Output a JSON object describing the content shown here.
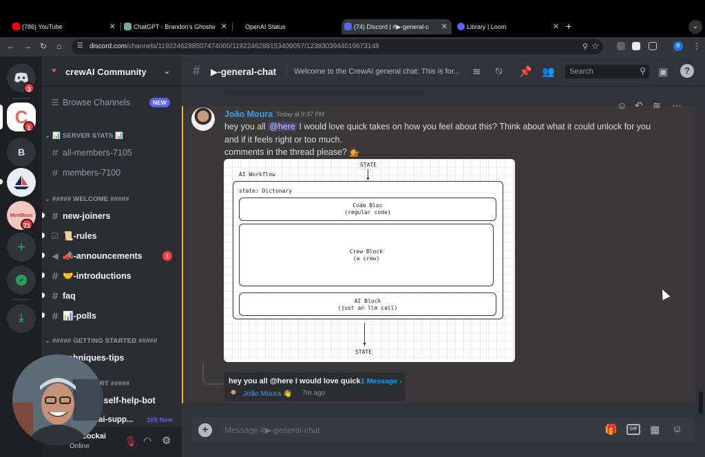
{
  "browser": {
    "tabs": [
      {
        "title": "(786) YouTube",
        "color": "#ff0000"
      },
      {
        "title": "ChatGPT - Brandon's Ghostw",
        "color": "#74aa9c"
      },
      {
        "title": "OpenAI Status",
        "color": "#000000"
      },
      {
        "title": "(74) Discord | #▶-general-c",
        "color": "#5865f2",
        "active": true
      },
      {
        "title": "Library | Loom",
        "color": "#625df5"
      }
    ],
    "url_host": "discord.com",
    "url_path": "/channels/1192246288507474000/1192246289153409057/1238303944019673148",
    "profile_initial": "B"
  },
  "rail": {
    "servers": [
      {
        "name": "discord-home-icon",
        "badge": "3"
      },
      {
        "name": "crewai-server",
        "badge": "1"
      },
      {
        "name": "b-server",
        "label": "B"
      },
      {
        "name": "sailboat-server"
      },
      {
        "name": "meetbaseline-server",
        "badge": "71"
      }
    ]
  },
  "sidebar": {
    "server_name": "crewAI Community",
    "browse_label": "Browse Channels",
    "new_label": "NEW",
    "categories": [
      {
        "label": "📊 SERVER STATS 📊"
      },
      {
        "label": "##### WELCOME #####"
      },
      {
        "label": "##### GETTING STARTED #####"
      },
      {
        "label": "RT #####"
      }
    ],
    "channels": [
      {
        "label": "all-members-7105"
      },
      {
        "label": "members-7100"
      },
      {
        "label": "new-joiners"
      },
      {
        "label": "📜-rules"
      },
      {
        "label": "📣-announcements",
        "mentions": "1"
      },
      {
        "label": "🤝-introductions"
      },
      {
        "label": "faq"
      },
      {
        "label": "📊-polls"
      },
      {
        "label": "chniques-tips"
      },
      {
        "label": "i-self-help-bot"
      },
      {
        "label": "ai-supp...",
        "new_count": "109 New"
      }
    ],
    "user": {
      "name": "ncockai",
      "status": "Online"
    }
  },
  "channel": {
    "name": "▶-general-chat",
    "topic": "Welcome to the CrewAI general chat: This is for...",
    "search_placeholder": "Search"
  },
  "message": {
    "author": "João Moura",
    "timestamp": "Today at 9:37 PM",
    "line1_pre": "hey you all ",
    "mention": "@here",
    "line1_post": " I would love quick takes on how you feel about this? Think about what it could unlock for you",
    "line2": "and if it feels right or too much.",
    "line3": "comments in the thread please? 💁"
  },
  "diagram": {
    "state_top": "STATE",
    "workflow_label": "AI Workflow",
    "state_dict": "state: Dictonary",
    "code_bloc": "Code Bloc",
    "code_sub": "(regular code)",
    "crew_block": "Crew Block",
    "crew_sub": "(a crew)",
    "ai_block": "AI Block",
    "ai_sub": "(just an llm call)",
    "state_bottom": "STATE"
  },
  "thread": {
    "title": "hey you all @here I would love quick",
    "count": "1 Message ›",
    "author": "João Moura 👋",
    "ago": "7m ago"
  },
  "composer": {
    "placeholder": "Message #▶-general-chat",
    "gif_label": "GIF"
  }
}
